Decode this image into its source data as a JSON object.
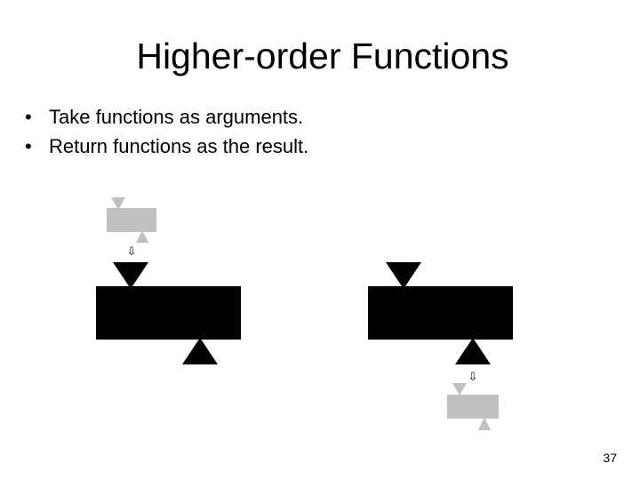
{
  "slide": {
    "title": "Higher-order Functions",
    "bullets": [
      "Take functions as arguments.",
      "Return functions as the result."
    ],
    "bullet_marker": "•",
    "arrow_glyph": "⇩",
    "page_number": "37"
  },
  "colors": {
    "background": "#ffffff",
    "text": "#000000",
    "function_block": "#000000",
    "argument_function_block": "#c0c0c0"
  }
}
